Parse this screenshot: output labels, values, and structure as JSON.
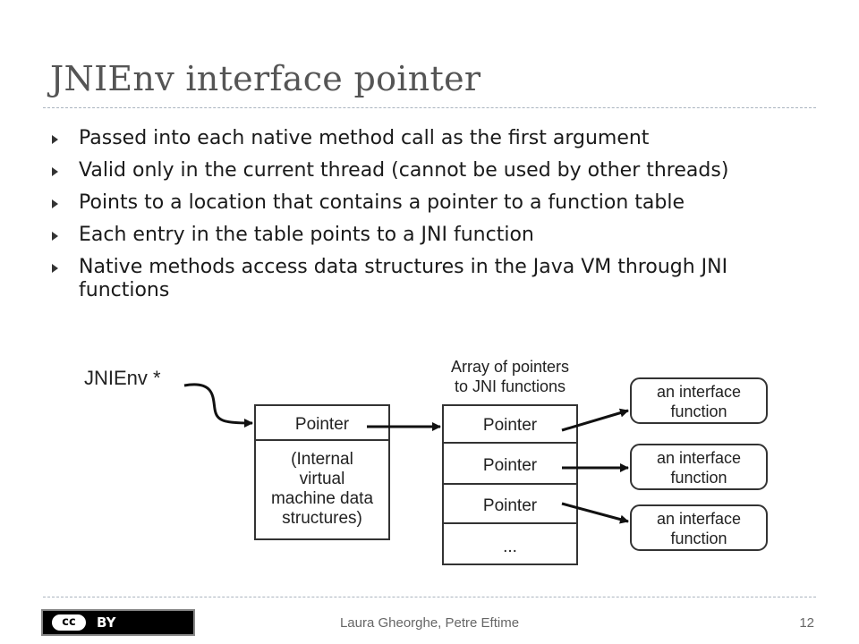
{
  "slide": {
    "title": "JNIEnv interface pointer",
    "bullets": [
      "Passed into each native method call as the first argument",
      "Valid only in the current thread (cannot be used by other threads)",
      "Points to a location that contains a pointer to a function table",
      "Each entry in the table points to a JNI function",
      "Native methods access data structures in the Java VM through JNI functions"
    ]
  },
  "diagram": {
    "jnienv_label": "JNIEnv *",
    "array_caption_line1": "Array of pointers",
    "array_caption_line2": "to JNI functions",
    "left_box": {
      "top": "Pointer",
      "bottom_lines": [
        "(Internal",
        "virtual",
        "machine data",
        "structures)"
      ]
    },
    "table_cells": [
      "Pointer",
      "Pointer",
      "Pointer",
      "..."
    ],
    "functions": [
      [
        "an interface",
        "function"
      ],
      [
        "an interface",
        "function"
      ],
      [
        "an interface",
        "function"
      ]
    ]
  },
  "footer": {
    "authors": "Laura Gheorghe, Petre Eftime",
    "page": "12",
    "license_cc": "cc",
    "license_by": "BY"
  }
}
